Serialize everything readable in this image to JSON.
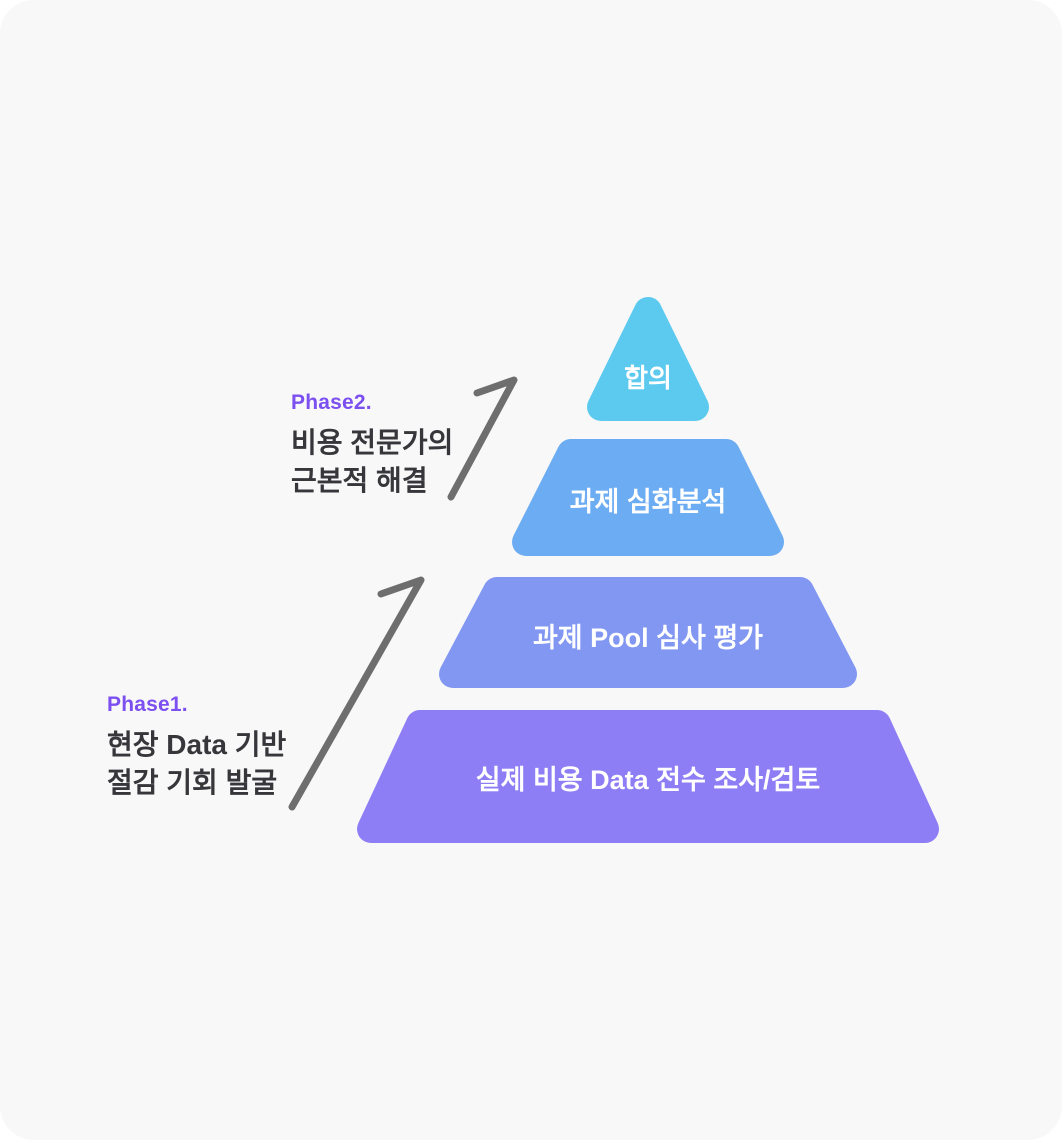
{
  "panel": {
    "background": "#F8F8F8"
  },
  "pyramid": {
    "levels": [
      {
        "label": "합의",
        "color": "#5CC9EE"
      },
      {
        "label": "과제 심화분석",
        "color": "#6CACF2"
      },
      {
        "label": "과제 Pool 심사 평가",
        "color": "#8297F2"
      },
      {
        "label": "실제 비용 Data 전수 조사/검토",
        "color": "#8E7EF5"
      }
    ],
    "label_color": "#FFFFFF"
  },
  "phases": [
    {
      "name": "Phase1.",
      "lines": [
        "현장 Data 기반",
        "절감 기회 발굴"
      ]
    },
    {
      "name": "Phase2.",
      "lines": [
        "비용 전문가의",
        "근본적 해결"
      ]
    }
  ],
  "colors": {
    "phase_name": "#7C4FF1",
    "phase_text": "#36363B",
    "arrow": "#6E6E6E"
  }
}
